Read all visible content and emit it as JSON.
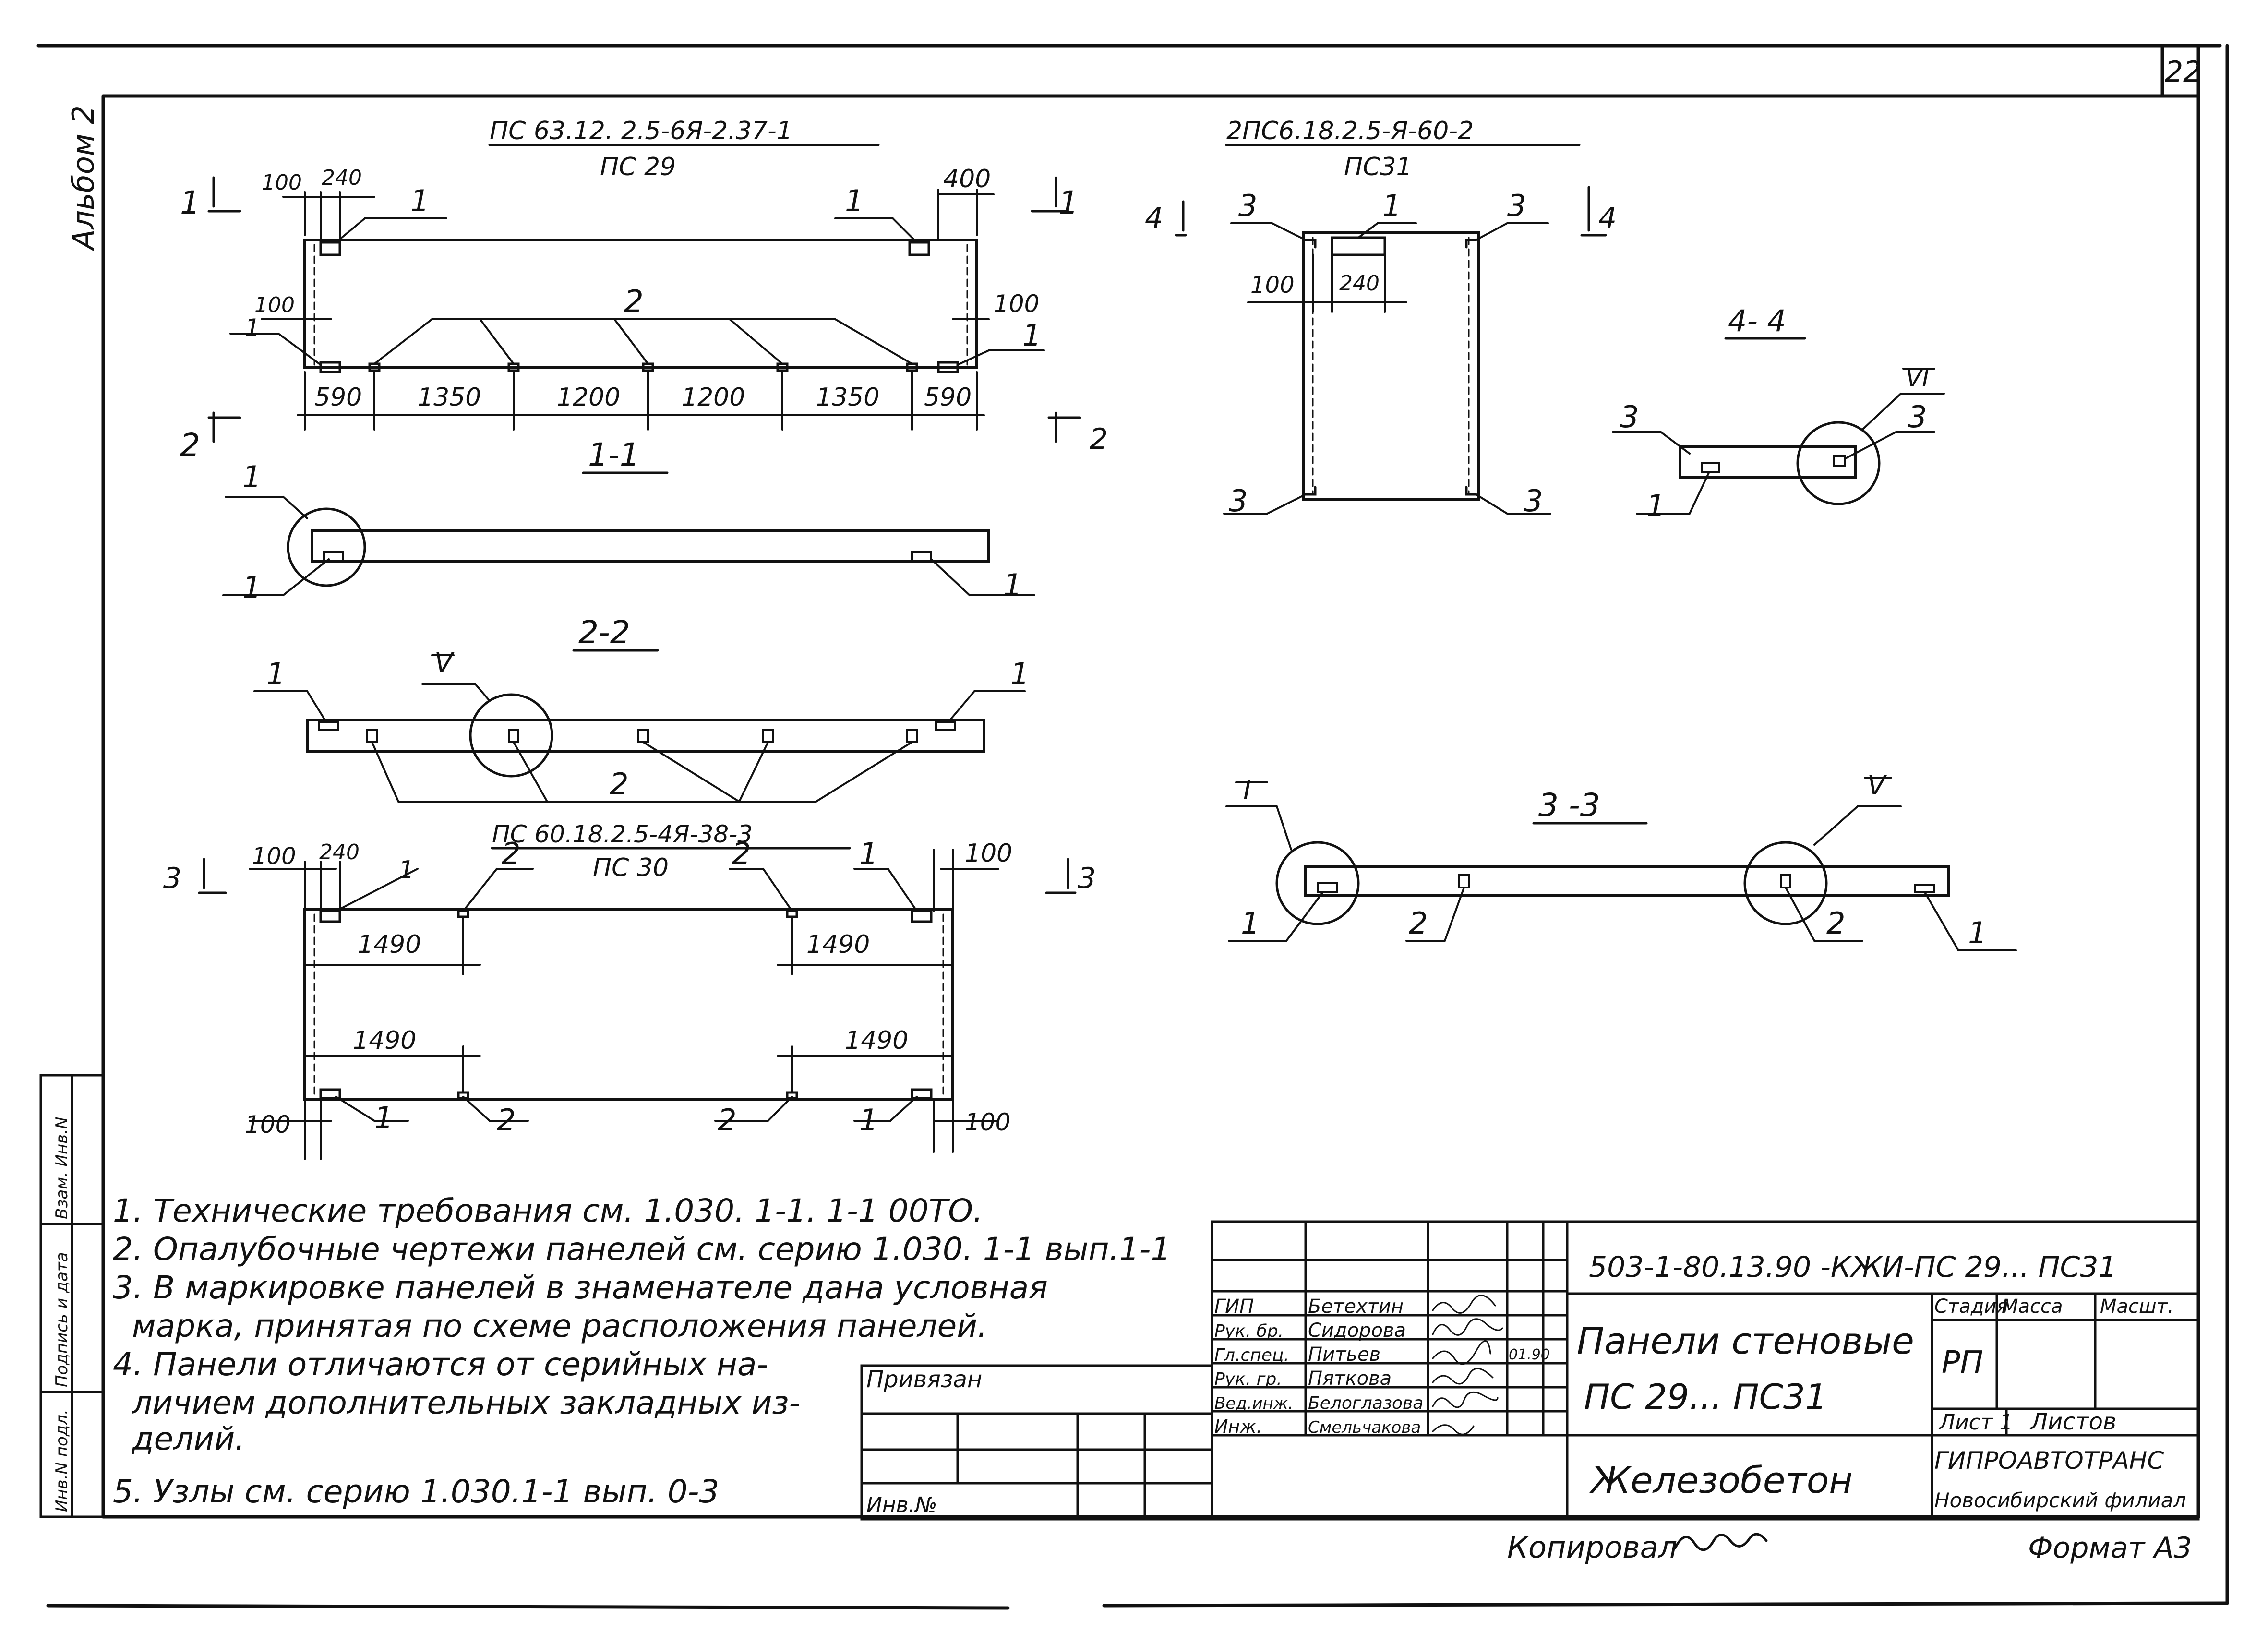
{
  "sheet_number": "22",
  "album_label": "Альбом 2",
  "side_stamp": {
    "inv_original": "Инв.N подл.",
    "signature_date": "Подпись и дата",
    "replaces_inv": "Взам. Инв.N"
  },
  "panels": {
    "ps29": {
      "mark": "ПС 63.12. 2.5-6Я-2.37-1",
      "code": "ПС 29"
    },
    "ps31": {
      "mark": "2ПС6.18.2.5-Я-60-2",
      "code": "ПС31"
    },
    "ps30": {
      "mark": "ПС 60.18.2.5-4Я-38-3",
      "code": "ПС 30"
    }
  },
  "sections": {
    "s11": "1-1",
    "s22": "2-2",
    "s33": "3 -3",
    "s44": "4- 4"
  },
  "cut_marks": {
    "c1": "1",
    "c2": "2",
    "c3": "3",
    "c4": "4"
  },
  "callouts": {
    "one": "1",
    "two": "2",
    "three": "3",
    "node_I": "I",
    "node_V": "V",
    "node_VI": "VI"
  },
  "dims_ps29": {
    "d100a": "100",
    "d240": "240",
    "d400": "400",
    "d100b": "100",
    "d100c": "100",
    "bottom": [
      "590",
      "1350",
      "1200",
      "1200",
      "1350",
      "590"
    ]
  },
  "dims_ps31": {
    "d100": "100",
    "d240": "240"
  },
  "dims_ps30": {
    "d100a": "100",
    "d240": "240",
    "d100b": "100",
    "d1490": "1490",
    "d100c": "100",
    "d100d": "100"
  },
  "notes": [
    "1. Технические требования  см. 1.030. 1-1. 1-1 00ТО.",
    "2. Опалубочные  чертежи  панелей  см. серию  1.030. 1-1 вып.1-1",
    "3. В  маркировке  панелей  в  знаменателе  дана  условная",
    "марка,  принятая по  схеме  расположения  панелей.",
    "4. Панели  отличаются  от серийных  на-",
    "личием  дополнительных  закладных  из-",
    "делий.",
    "5. Узлы  см.  серию  1.030.1-1  вып.  0-3"
  ],
  "binding_box": {
    "attached": "Привязан",
    "inv_no": "Инв.№"
  },
  "title_block": {
    "designation": "503-1-80.13.90   -КЖИ-ПС 29... ПС31",
    "title_line1": "Панели  стеновые",
    "title_line2": "ПС 29...  ПС31",
    "material": "Железобетон",
    "stage_header": "Стадия",
    "mass_header": "Масса",
    "scale_header": "Масшт.",
    "stage": "РП",
    "sheet_label": "Лист 1",
    "sheets_label": "Листов",
    "org_name": "ГИПРОАВТОТРАНС",
    "org_branch": "Новосибирский филиал",
    "staff": [
      {
        "role": "ГИП",
        "name": "Бетехтин",
        "date": ""
      },
      {
        "role": "Рук. бр.",
        "name": "Сидорова",
        "date": ""
      },
      {
        "role": "Гл.спец.",
        "name": "Питьев",
        "date": "01.90"
      },
      {
        "role": "Рук. гр.",
        "name": "Пяткова",
        "date": ""
      },
      {
        "role": "Вед.инж.",
        "name": "Белоглазова",
        "date": ""
      },
      {
        "role": "Инж.",
        "name": "Смельчакова",
        "date": ""
      }
    ]
  },
  "footer": {
    "copied": "Копировал",
    "format": "Формат А3"
  }
}
